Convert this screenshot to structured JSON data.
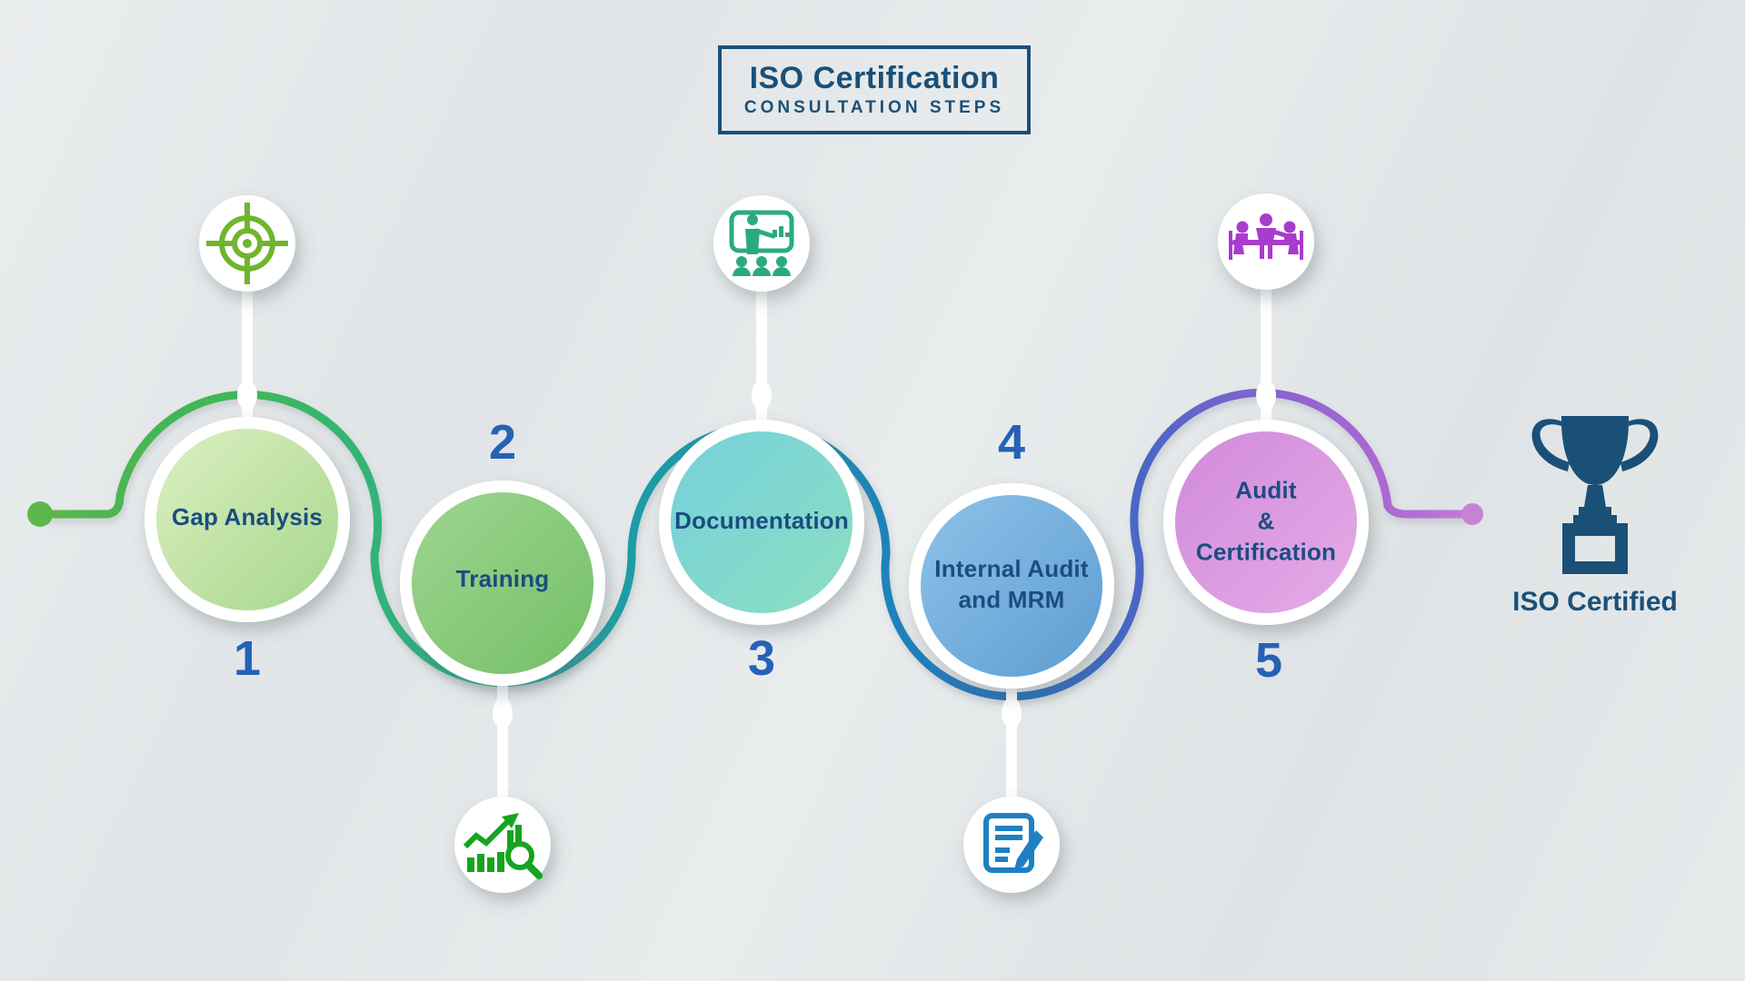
{
  "header": {
    "title": "ISO Certification",
    "subtitle": "CONSULTATION STEPS",
    "border_color": "#1a5078",
    "text_color": "#1a5078"
  },
  "steps": [
    {
      "number": "1",
      "label": "Gap Analysis",
      "label_lines": [
        "Gap Analysis"
      ],
      "icon": "target-icon",
      "icon_color": "#70b52e",
      "circle_colors": [
        "#dcf0c2",
        "#a6d68c"
      ],
      "number_position": "below",
      "icon_position": "above"
    },
    {
      "number": "2",
      "label": "Training",
      "label_lines": [
        "Training"
      ],
      "icon": "growth-analysis-icon",
      "icon_color": "#16a41e",
      "circle_colors": [
        "#9fd591",
        "#74bf66"
      ],
      "number_position": "above",
      "icon_position": "below"
    },
    {
      "number": "3",
      "label": "Documentation",
      "label_lines": [
        "Documentation"
      ],
      "icon": "presentation-icon",
      "icon_color": "#2bab7c",
      "circle_colors": [
        "#76d0dc",
        "#8cdfc1"
      ],
      "number_position": "below",
      "icon_position": "above"
    },
    {
      "number": "4",
      "label": "Internal Audit and MRM",
      "label_lines": [
        "Internal Audit",
        "and MRM"
      ],
      "icon": "document-pen-icon",
      "icon_color": "#1e80c4",
      "circle_colors": [
        "#8ec2e8",
        "#5d9dd2"
      ],
      "number_position": "above",
      "icon_position": "below"
    },
    {
      "number": "5",
      "label": "Audit & Certification",
      "label_lines": [
        "Audit",
        "&",
        "Certification"
      ],
      "icon": "meeting-icon",
      "icon_color": "#a93bcd",
      "circle_colors": [
        "#d18adb",
        "#e5abe6"
      ],
      "number_position": "below",
      "icon_position": "above"
    }
  ],
  "result": {
    "label": "ISO Certified",
    "icon": "trophy-icon",
    "color": "#1a5078"
  },
  "timeline": {
    "start_dot_color": "#5cb74c",
    "end_dot_color": "#c583d6",
    "path_gradient": [
      "#5cb74c",
      "#3cb85f",
      "#27ac8f",
      "#1e93ab",
      "#1f84bb",
      "#2170b8",
      "#4b66c5",
      "#8a62cf",
      "#c47ad8"
    ],
    "number_color": "#2562b6",
    "label_color": "#1a4d80"
  }
}
